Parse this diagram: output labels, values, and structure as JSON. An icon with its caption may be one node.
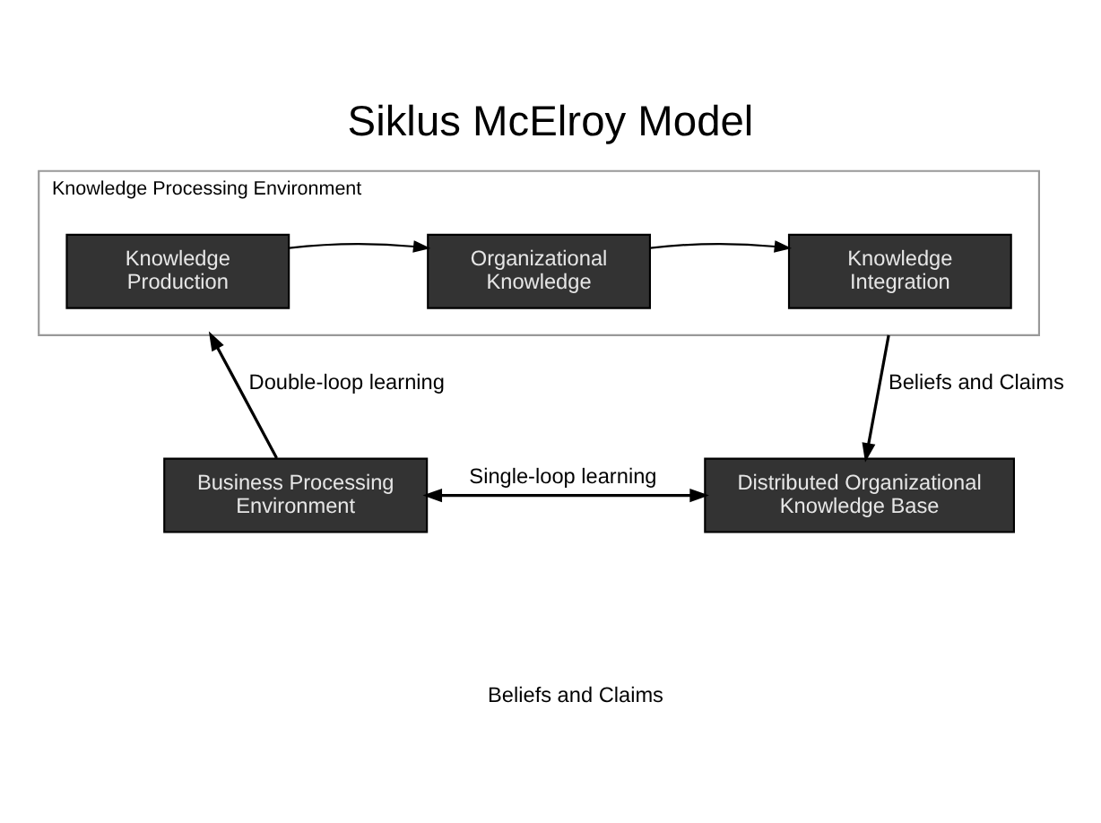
{
  "diagram": {
    "title": "Siklus McElroy Model",
    "nodes": [
      {
        "text": [
          "Knowledge Processing Environment"
        ]
      },
      {
        "text": [
          "Knowledge Production"
        ],
        "in": 0
      },
      {
        "text": [
          "Organizational Knowledge"
        ],
        "in": 0
      },
      {
        "text": [
          "Knowledge Integration"
        ],
        "in": 0
      },
      {
        "text": [
          "Business Processing Environment"
        ]
      },
      {
        "text": [
          "Distributed Organizational Knowledge Base"
        ]
      }
    ],
    "edges": [
      {
        "from": 1,
        "to": 2,
        "arrow": "to"
      },
      {
        "from": 2,
        "to": 3,
        "arrow": "to"
      },
      {
        "from": 4,
        "to": 0,
        "arrow": "to",
        "label": "Double-loop learning"
      },
      {
        "from": 0,
        "to": 5,
        "arrow": "to",
        "label": "Beliefs and Claims"
      },
      {
        "from": 4,
        "to": 5,
        "arrow": "both",
        "label": "Single-loop learning"
      }
    ],
    "labels": [
      "Beliefs and Claims"
    ]
  }
}
